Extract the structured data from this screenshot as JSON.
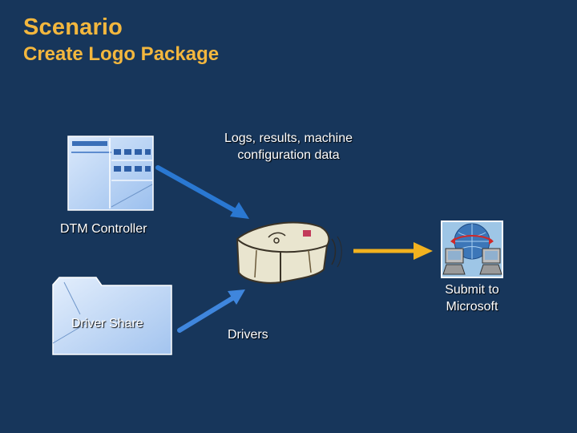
{
  "slide": {
    "title": "Scenario",
    "subtitle": "Create Logo Package"
  },
  "labels": {
    "logs_line1": "Logs, results, machine",
    "logs_line2": "configuration data",
    "dtm_controller": "DTM Controller",
    "driver_share": "Driver Share",
    "drivers": "Drivers",
    "submit_line1": "Submit to",
    "submit_line2": "Microsoft"
  },
  "icons": {
    "controller": "window-form-icon",
    "share": "folder-icon",
    "package": "package-box-icon",
    "submit": "globe-computers-icon"
  },
  "colors": {
    "background": "#17365b",
    "title": "#f3b73e",
    "blue_arrow": "#2a78d2",
    "yellow_arrow": "#f2b21f"
  }
}
